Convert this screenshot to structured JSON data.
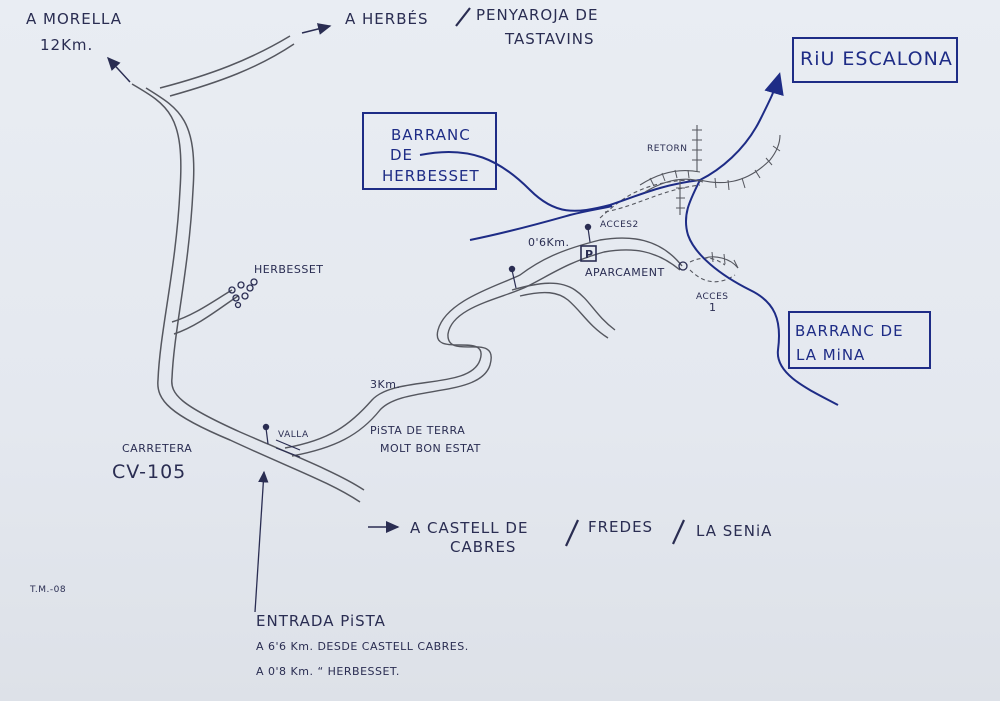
{
  "labels": {
    "morella_1": "A MORELLA",
    "morella_2": "12Km.",
    "herbes_1": "A HERBÉS",
    "herbes_2": "PENYAROJA DE",
    "herbes_3": "TASTAVINS",
    "riu_escalona": "RiU ESCALONA",
    "barranc_herbesset_1": "BARRANC",
    "barranc_herbesset_2": "DE",
    "barranc_herbesset_3": "HERBESSET",
    "retorn": "RETORN",
    "acces2": "ACCES2",
    "dist_06": "0'6Km.",
    "parking_symbol": "P",
    "aparcament": "APARCAMENT",
    "acces1_a": "ACCES",
    "acces1_b": "1",
    "barranc_mina_1": "BARRANC DE",
    "barranc_mina_2": "LA MiNA",
    "herbesset": "HERBESSET",
    "dist_3": "3Km.",
    "valla": "VALLA",
    "pista_1": "PiSTA DE TERRA",
    "pista_2": "MOLT BON ESTAT",
    "carretera_1": "CARRETERA",
    "carretera_2": "CV-105",
    "castell_1": "A CASTELL DE",
    "castell_2": "CABRES",
    "fredes": "FREDES",
    "senia": "LA SENiA",
    "signature": "T.M.-08",
    "entrada_1": "ENTRADA PiSTA",
    "entrada_2": "A 6'6 Km. DESDE CASTELL CABRES.",
    "entrada_3": "A 0'8 Km.  “   HERBESSET."
  },
  "colors": {
    "paper": "#e6eaf0",
    "pencil": "#55575f",
    "ink": "#1e2c86",
    "text": "#2a2d52"
  }
}
